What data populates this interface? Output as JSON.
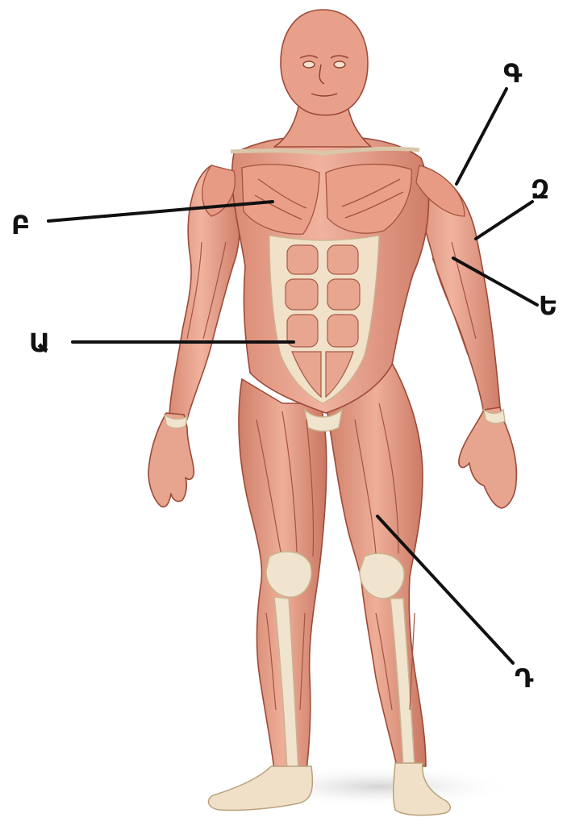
{
  "diagram": {
    "colors": {
      "background": "#ffffff",
      "muscle": "#e39a86",
      "muscle_light": "#f0b9a6",
      "muscle_dark": "#b8644f",
      "muscle_line": "#9c4a38",
      "tendon": "#f1e4cf",
      "tendon_line": "#c9b590",
      "leader_line": "#111111",
      "label_text": "#111111",
      "shadow": "#d9d9d9"
    },
    "labels": {
      "a": "Ա",
      "b": "Բ",
      "g": "Գ",
      "d": "Դ",
      "e": "Ե",
      "z": "Զ"
    }
  }
}
